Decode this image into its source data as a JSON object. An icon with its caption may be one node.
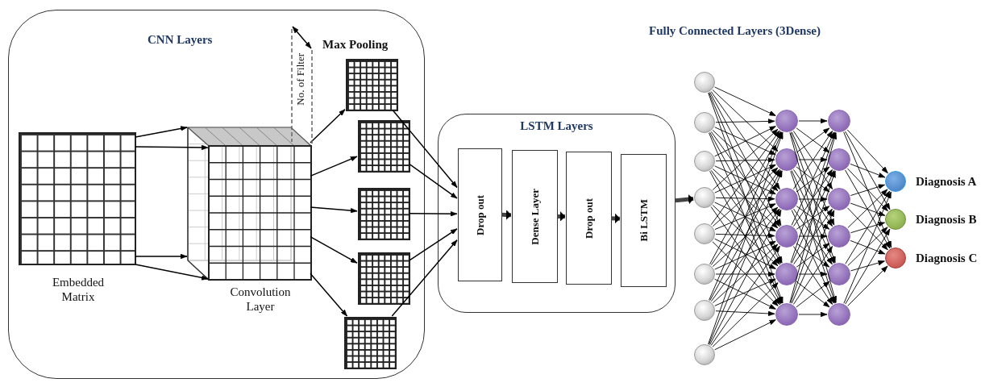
{
  "diagram": {
    "nodes": [
      {
        "text": [
          "CNN Layers"
        ]
      },
      {
        "text": [
          "Embedded Matrix"
        ],
        "in": 0
      },
      {
        "text": [
          "Convolution Layer"
        ],
        "in": 0
      },
      {
        "text": [],
        "shape": "grid",
        "in": 0
      },
      {
        "text": [],
        "shape": "grid",
        "in": 0
      },
      {
        "text": [],
        "shape": "grid",
        "in": 0
      },
      {
        "text": [],
        "shape": "grid",
        "in": 0
      },
      {
        "text": [],
        "shape": "grid",
        "in": 0
      },
      {
        "text": [
          "LSTM Layers"
        ]
      },
      {
        "text": [
          "Drop out"
        ],
        "in": 8
      },
      {
        "text": [
          "Dense Layer"
        ],
        "in": 8
      },
      {
        "text": [
          "Drop out"
        ],
        "in": 8
      },
      {
        "text": [
          "Bi LSTM"
        ],
        "in": 8
      },
      {
        "text": [],
        "shape": "circle"
      },
      {
        "text": [],
        "shape": "circle"
      },
      {
        "text": [],
        "shape": "circle"
      },
      {
        "text": [],
        "shape": "circle"
      },
      {
        "text": [],
        "shape": "circle"
      },
      {
        "text": [],
        "shape": "circle"
      },
      {
        "text": [],
        "shape": "circle"
      },
      {
        "text": [],
        "shape": "circle"
      },
      {
        "text": [],
        "shape": "circle"
      },
      {
        "text": [],
        "shape": "circle"
      },
      {
        "text": [],
        "shape": "circle"
      },
      {
        "text": [],
        "shape": "circle"
      },
      {
        "text": [],
        "shape": "circle"
      },
      {
        "text": [],
        "shape": "circle"
      },
      {
        "text": [],
        "shape": "circle"
      },
      {
        "text": [],
        "shape": "circle"
      },
      {
        "text": [],
        "shape": "circle"
      },
      {
        "text": [],
        "shape": "circle"
      },
      {
        "text": [],
        "shape": "circle"
      },
      {
        "text": [],
        "shape": "circle"
      },
      {
        "text": [],
        "shape": "circle",
        "beside": [
          "Diagnosis A"
        ]
      },
      {
        "text": [],
        "shape": "circle",
        "beside": [
          "Diagnosis B"
        ]
      },
      {
        "text": [],
        "shape": "circle",
        "beside": [
          "Diagnosis C"
        ]
      }
    ],
    "edges": [
      {
        "from": 1,
        "to": 2,
        "arrow": "to"
      },
      {
        "from": 1,
        "to": 2,
        "arrow": "to"
      },
      {
        "from": 1,
        "to": 2,
        "arrow": "to"
      },
      {
        "from": 1,
        "to": 2,
        "arrow": "to"
      },
      {
        "from": 2,
        "to": 3,
        "arrow": "to"
      },
      {
        "from": 2,
        "to": 4,
        "arrow": "to"
      },
      {
        "from": 2,
        "to": 5,
        "arrow": "to"
      },
      {
        "from": 2,
        "to": 6,
        "arrow": "to"
      },
      {
        "from": 2,
        "to": 7,
        "arrow": "to"
      },
      {
        "from": 3,
        "to": 9,
        "arrow": "to"
      },
      {
        "from": 4,
        "to": 9,
        "arrow": "to"
      },
      {
        "from": 5,
        "to": 9,
        "arrow": "to"
      },
      {
        "from": 6,
        "to": 9,
        "arrow": "to"
      },
      {
        "from": 7,
        "to": 9,
        "arrow": "to"
      },
      {
        "from": 9,
        "to": 10,
        "arrow": "to",
        "style": "thick"
      },
      {
        "from": 10,
        "to": 11,
        "arrow": "to",
        "style": "thick"
      },
      {
        "from": 11,
        "to": 12,
        "arrow": "to",
        "style": "thick"
      },
      {
        "from": 8,
        "to": 16,
        "arrow": "to",
        "style": "thick"
      },
      {
        "from": 13,
        "to": 21,
        "arrow": "to"
      },
      {
        "from": 13,
        "to": 22,
        "arrow": "to"
      },
      {
        "from": 13,
        "to": 23,
        "arrow": "to"
      },
      {
        "from": 13,
        "to": 24,
        "arrow": "to"
      },
      {
        "from": 13,
        "to": 25,
        "arrow": "to"
      },
      {
        "from": 13,
        "to": 26,
        "arrow": "to"
      },
      {
        "from": 14,
        "to": 21,
        "arrow": "to"
      },
      {
        "from": 14,
        "to": 22,
        "arrow": "to"
      },
      {
        "from": 14,
        "to": 23,
        "arrow": "to"
      },
      {
        "from": 14,
        "to": 24,
        "arrow": "to"
      },
      {
        "from": 14,
        "to": 25,
        "arrow": "to"
      },
      {
        "from": 14,
        "to": 26,
        "arrow": "to"
      },
      {
        "from": 15,
        "to": 21,
        "arrow": "to"
      },
      {
        "from": 15,
        "to": 22,
        "arrow": "to"
      },
      {
        "from": 15,
        "to": 23,
        "arrow": "to"
      },
      {
        "from": 15,
        "to": 24,
        "arrow": "to"
      },
      {
        "from": 15,
        "to": 25,
        "arrow": "to"
      },
      {
        "from": 15,
        "to": 26,
        "arrow": "to"
      },
      {
        "from": 16,
        "to": 21,
        "arrow": "to"
      },
      {
        "from": 16,
        "to": 22,
        "arrow": "to"
      },
      {
        "from": 16,
        "to": 23,
        "arrow": "to"
      },
      {
        "from": 16,
        "to": 24,
        "arrow": "to"
      },
      {
        "from": 16,
        "to": 25,
        "arrow": "to"
      },
      {
        "from": 16,
        "to": 26,
        "arrow": "to"
      },
      {
        "from": 17,
        "to": 21,
        "arrow": "to"
      },
      {
        "from": 17,
        "to": 22,
        "arrow": "to"
      },
      {
        "from": 17,
        "to": 23,
        "arrow": "to"
      },
      {
        "from": 17,
        "to": 24,
        "arrow": "to"
      },
      {
        "from": 17,
        "to": 25,
        "arrow": "to"
      },
      {
        "from": 17,
        "to": 26,
        "arrow": "to"
      },
      {
        "from": 18,
        "to": 21,
        "arrow": "to"
      },
      {
        "from": 18,
        "to": 22,
        "arrow": "to"
      },
      {
        "from": 18,
        "to": 23,
        "arrow": "to"
      },
      {
        "from": 18,
        "to": 24,
        "arrow": "to"
      },
      {
        "from": 18,
        "to": 25,
        "arrow": "to"
      },
      {
        "from": 18,
        "to": 26,
        "arrow": "to"
      },
      {
        "from": 19,
        "to": 21,
        "arrow": "to"
      },
      {
        "from": 19,
        "to": 22,
        "arrow": "to"
      },
      {
        "from": 19,
        "to": 23,
        "arrow": "to"
      },
      {
        "from": 19,
        "to": 24,
        "arrow": "to"
      },
      {
        "from": 19,
        "to": 25,
        "arrow": "to"
      },
      {
        "from": 19,
        "to": 26,
        "arrow": "to"
      },
      {
        "from": 20,
        "to": 21,
        "arrow": "to"
      },
      {
        "from": 20,
        "to": 22,
        "arrow": "to"
      },
      {
        "from": 20,
        "to": 23,
        "arrow": "to"
      },
      {
        "from": 20,
        "to": 24,
        "arrow": "to"
      },
      {
        "from": 20,
        "to": 25,
        "arrow": "to"
      },
      {
        "from": 20,
        "to": 26,
        "arrow": "to"
      },
      {
        "from": 21,
        "to": 27,
        "arrow": "to"
      },
      {
        "from": 21,
        "to": 28,
        "arrow": "to"
      },
      {
        "from": 21,
        "to": 29,
        "arrow": "to"
      },
      {
        "from": 21,
        "to": 30,
        "arrow": "to"
      },
      {
        "from": 21,
        "to": 31,
        "arrow": "to"
      },
      {
        "from": 21,
        "to": 32,
        "arrow": "to"
      },
      {
        "from": 22,
        "to": 27,
        "arrow": "to"
      },
      {
        "from": 22,
        "to": 28,
        "arrow": "to"
      },
      {
        "from": 22,
        "to": 29,
        "arrow": "to"
      },
      {
        "from": 22,
        "to": 30,
        "arrow": "to"
      },
      {
        "from": 22,
        "to": 31,
        "arrow": "to"
      },
      {
        "from": 22,
        "to": 32,
        "arrow": "to"
      },
      {
        "from": 23,
        "to": 27,
        "arrow": "to"
      },
      {
        "from": 23,
        "to": 28,
        "arrow": "to"
      },
      {
        "from": 23,
        "to": 29,
        "arrow": "to"
      },
      {
        "from": 23,
        "to": 30,
        "arrow": "to"
      },
      {
        "from": 23,
        "to": 31,
        "arrow": "to"
      },
      {
        "from": 23,
        "to": 32,
        "arrow": "to"
      },
      {
        "from": 24,
        "to": 27,
        "arrow": "to"
      },
      {
        "from": 24,
        "to": 28,
        "arrow": "to"
      },
      {
        "from": 24,
        "to": 29,
        "arrow": "to"
      },
      {
        "from": 24,
        "to": 30,
        "arrow": "to"
      },
      {
        "from": 24,
        "to": 31,
        "arrow": "to"
      },
      {
        "from": 24,
        "to": 32,
        "arrow": "to"
      },
      {
        "from": 25,
        "to": 27,
        "arrow": "to"
      },
      {
        "from": 25,
        "to": 28,
        "arrow": "to"
      },
      {
        "from": 25,
        "to": 29,
        "arrow": "to"
      },
      {
        "from": 25,
        "to": 30,
        "arrow": "to"
      },
      {
        "from": 25,
        "to": 31,
        "arrow": "to"
      },
      {
        "from": 25,
        "to": 32,
        "arrow": "to"
      },
      {
        "from": 26,
        "to": 27,
        "arrow": "to"
      },
      {
        "from": 26,
        "to": 28,
        "arrow": "to"
      },
      {
        "from": 26,
        "to": 29,
        "arrow": "to"
      },
      {
        "from": 26,
        "to": 30,
        "arrow": "to"
      },
      {
        "from": 26,
        "to": 31,
        "arrow": "to"
      },
      {
        "from": 26,
        "to": 32,
        "arrow": "to"
      },
      {
        "from": 27,
        "to": 33,
        "arrow": "to"
      },
      {
        "from": 27,
        "to": 34,
        "arrow": "to"
      },
      {
        "from": 27,
        "to": 35,
        "arrow": "to"
      },
      {
        "from": 28,
        "to": 33,
        "arrow": "to"
      },
      {
        "from": 28,
        "to": 34,
        "arrow": "to"
      },
      {
        "from": 28,
        "to": 35,
        "arrow": "to"
      },
      {
        "from": 29,
        "to": 33,
        "arrow": "to"
      },
      {
        "from": 29,
        "to": 34,
        "arrow": "to"
      },
      {
        "from": 29,
        "to": 35,
        "arrow": "to"
      },
      {
        "from": 30,
        "to": 33,
        "arrow": "to"
      },
      {
        "from": 30,
        "to": 34,
        "arrow": "to"
      },
      {
        "from": 30,
        "to": 35,
        "arrow": "to"
      },
      {
        "from": 31,
        "to": 33,
        "arrow": "to"
      },
      {
        "from": 31,
        "to": 34,
        "arrow": "to"
      },
      {
        "from": 31,
        "to": 35,
        "arrow": "to"
      },
      {
        "from": 32,
        "to": 33,
        "arrow": "to"
      },
      {
        "from": 32,
        "to": 34,
        "arrow": "to"
      },
      {
        "from": 32,
        "to": 35,
        "arrow": "to"
      }
    ],
    "labels": [
      "No. of Filter",
      "Max Pooling",
      "Fully Connected Layers (3Dense)"
    ]
  }
}
